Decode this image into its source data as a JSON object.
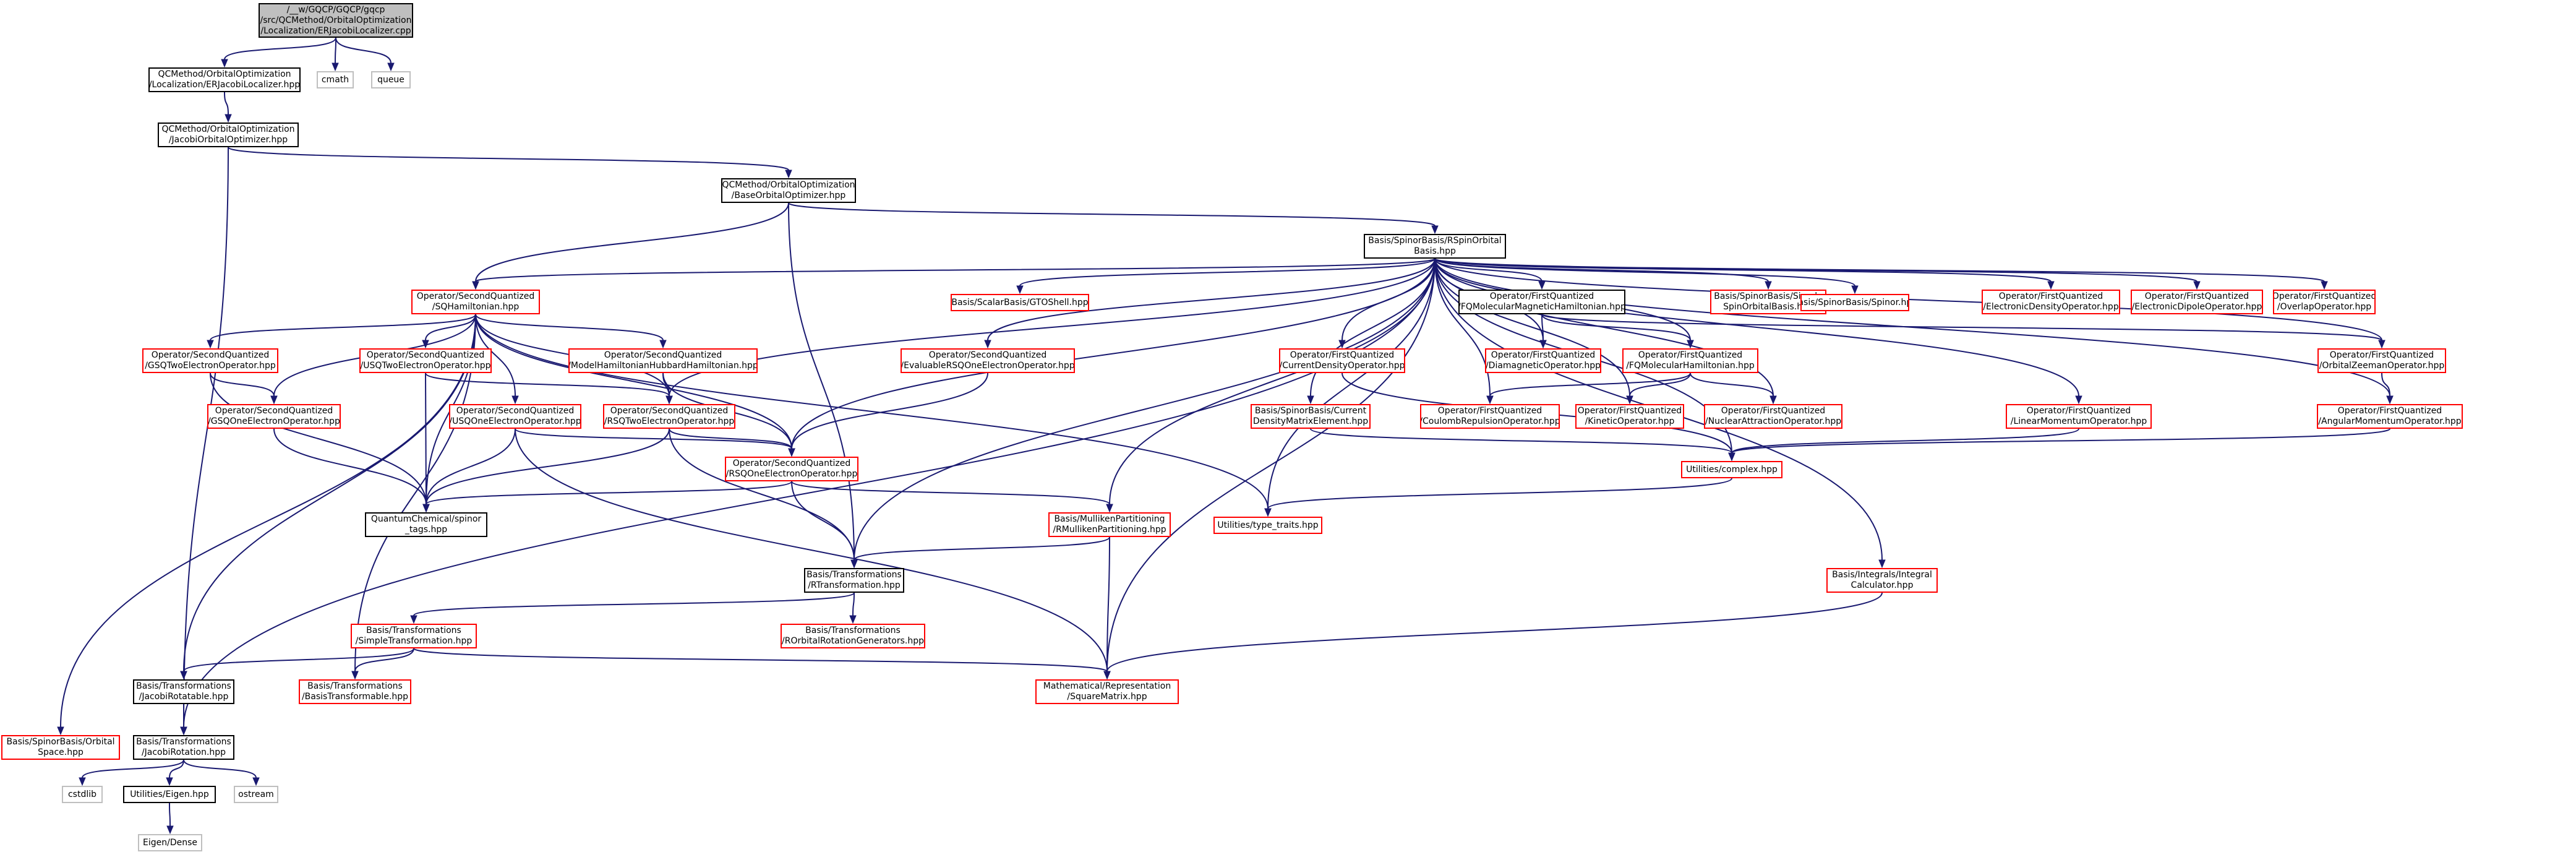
{
  "colors": {
    "edge": "#191970",
    "root_fill": "#bfbfbf",
    "linked_border": "#000000",
    "missing_border": "#ff0000",
    "system_border": "#bfbfbf"
  },
  "nodes": [
    {
      "id": "root",
      "kind": "root",
      "lines": [
        "/__w/GQCP/GQCP/gqcp",
        "/src/QCMethod/OrbitalOptimization",
        "/Localization/ERJacobiLocalizer.cpp"
      ]
    },
    {
      "id": "erjl",
      "kind": "black",
      "lines": [
        "QCMethod/OrbitalOptimization",
        "/Localization/ERJacobiLocalizer.hpp"
      ]
    },
    {
      "id": "cmath",
      "kind": "grey",
      "lines": [
        "cmath"
      ]
    },
    {
      "id": "queue",
      "kind": "grey",
      "lines": [
        "queue"
      ]
    },
    {
      "id": "joo",
      "kind": "black",
      "lines": [
        "QCMethod/OrbitalOptimization",
        "/JacobiOrbitalOptimizer.hpp"
      ]
    },
    {
      "id": "boo",
      "kind": "black",
      "lines": [
        "QCMethod/OrbitalOptimization",
        "/BaseOrbitalOptimizer.hpp"
      ]
    },
    {
      "id": "rsob",
      "kind": "black",
      "lines": [
        "Basis/SpinorBasis/RSpinOrbital",
        "Basis.hpp"
      ]
    },
    {
      "id": "sqham",
      "kind": "red",
      "lines": [
        "Operator/SecondQuantized",
        "/SQHamiltonian.hpp"
      ]
    },
    {
      "id": "gto",
      "kind": "red",
      "lines": [
        "Basis/ScalarBasis/GTOShell.hpp"
      ]
    },
    {
      "id": "evalop",
      "kind": "red",
      "lines": [
        "Operator/SecondQuantized",
        "/EvaluableRSQOneElectronOperator.hpp"
      ]
    },
    {
      "id": "fqmagn",
      "kind": "black",
      "lines": [
        "Operator/FirstQuantized",
        "/FQMolecularMagneticHamiltonian.hpp"
      ]
    },
    {
      "id": "simplespin",
      "kind": "red",
      "lines": [
        "Basis/SpinorBasis/Simple",
        "SpinOrbitalBasis.hpp"
      ]
    },
    {
      "id": "spinor",
      "kind": "red",
      "lines": [
        "Basis/SpinorBasis/Spinor.hpp"
      ]
    },
    {
      "id": "edens",
      "kind": "red",
      "lines": [
        "Operator/FirstQuantized",
        "/ElectronicDensityOperator.hpp"
      ]
    },
    {
      "id": "edip",
      "kind": "red",
      "lines": [
        "Operator/FirstQuantized",
        "/ElectronicDipoleOperator.hpp"
      ]
    },
    {
      "id": "overlap",
      "kind": "red",
      "lines": [
        "Operator/FirstQuantized",
        "/OverlapOperator.hpp"
      ]
    },
    {
      "id": "gsq2",
      "kind": "red",
      "lines": [
        "Operator/SecondQuantized",
        "/GSQTwoElectronOperator.hpp"
      ]
    },
    {
      "id": "usq2",
      "kind": "red",
      "lines": [
        "Operator/SecondQuantized",
        "/USQTwoElectronOperator.hpp"
      ]
    },
    {
      "id": "modelham",
      "kind": "red",
      "lines": [
        "Operator/SecondQuantized",
        "/ModelHamiltonianHubbardHamiltonian.hpp"
      ]
    },
    {
      "id": "curdens",
      "kind": "red",
      "lines": [
        "Operator/FirstQuantized",
        "/CurrentDensityOperator.hpp"
      ]
    },
    {
      "id": "diamag",
      "kind": "red",
      "lines": [
        "Operator/FirstQuantized",
        "/DiamagneticOperator.hpp"
      ]
    },
    {
      "id": "fqmol",
      "kind": "red",
      "lines": [
        "Operator/FirstQuantized",
        "/FQMolecularHamiltonian.hpp"
      ]
    },
    {
      "id": "orbzee",
      "kind": "red",
      "lines": [
        "Operator/FirstQuantized",
        "/OrbitalZeemanOperator.hpp"
      ]
    },
    {
      "id": "gsq1",
      "kind": "red",
      "lines": [
        "Operator/SecondQuantized",
        "/GSQOneElectronOperator.hpp"
      ]
    },
    {
      "id": "usq1",
      "kind": "red",
      "lines": [
        "Operator/SecondQuantized",
        "/USQOneElectronOperator.hpp"
      ]
    },
    {
      "id": "rsq2",
      "kind": "red",
      "lines": [
        "Operator/SecondQuantized",
        "/RSQTwoElectronOperator.hpp"
      ]
    },
    {
      "id": "curdensme",
      "kind": "red",
      "lines": [
        "Basis/SpinorBasis/Current",
        "DensityMatrixElement.hpp"
      ]
    },
    {
      "id": "coulomb",
      "kind": "red",
      "lines": [
        "Operator/FirstQuantized",
        "/CoulombRepulsionOperator.hpp"
      ]
    },
    {
      "id": "kinetic",
      "kind": "red",
      "lines": [
        "Operator/FirstQuantized",
        "/KineticOperator.hpp"
      ]
    },
    {
      "id": "nucattr",
      "kind": "red",
      "lines": [
        "Operator/FirstQuantized",
        "/NuclearAttractionOperator.hpp"
      ]
    },
    {
      "id": "linmom",
      "kind": "red",
      "lines": [
        "Operator/FirstQuantized",
        "/LinearMomentumOperator.hpp"
      ]
    },
    {
      "id": "angmom",
      "kind": "red",
      "lines": [
        "Operator/FirstQuantized",
        "/AngularMomentumOperator.hpp"
      ]
    },
    {
      "id": "rsq1",
      "kind": "red",
      "lines": [
        "Operator/SecondQuantized",
        "/RSQOneElectronOperator.hpp"
      ]
    },
    {
      "id": "complex",
      "kind": "red",
      "lines": [
        "Utilities/complex.hpp"
      ]
    },
    {
      "id": "spinortags",
      "kind": "black",
      "lines": [
        "QuantumChemical/spinor",
        "_tags.hpp"
      ]
    },
    {
      "id": "mulliken",
      "kind": "red",
      "lines": [
        "Basis/MullikenPartitioning",
        "/RMullikenPartitioning.hpp"
      ]
    },
    {
      "id": "typetraits",
      "kind": "red",
      "lines": [
        "Utilities/type_traits.hpp"
      ]
    },
    {
      "id": "rtrans",
      "kind": "black",
      "lines": [
        "Basis/Transformations",
        "/RTransformation.hpp"
      ]
    },
    {
      "id": "intcalc",
      "kind": "red",
      "lines": [
        "Basis/Integrals/Integral",
        "Calculator.hpp"
      ]
    },
    {
      "id": "simpletrans",
      "kind": "red",
      "lines": [
        "Basis/Transformations",
        "/SimpleTransformation.hpp"
      ]
    },
    {
      "id": "rorbrot",
      "kind": "red",
      "lines": [
        "Basis/Transformations",
        "/ROrbitalRotationGenerators.hpp"
      ]
    },
    {
      "id": "jacrotatable",
      "kind": "black",
      "lines": [
        "Basis/Transformations",
        "/JacobiRotatable.hpp"
      ]
    },
    {
      "id": "basistransformable",
      "kind": "red",
      "lines": [
        "Basis/Transformations",
        "/BasisTransformable.hpp"
      ]
    },
    {
      "id": "squarematrix",
      "kind": "red",
      "lines": [
        "Mathematical/Representation",
        "/SquareMatrix.hpp"
      ]
    },
    {
      "id": "orbspace",
      "kind": "red",
      "lines": [
        "Basis/SpinorBasis/Orbital",
        "Space.hpp"
      ]
    },
    {
      "id": "jacrot",
      "kind": "black",
      "lines": [
        "Basis/Transformations",
        "/JacobiRotation.hpp"
      ]
    },
    {
      "id": "cstdlib",
      "kind": "grey",
      "lines": [
        "cstdlib"
      ]
    },
    {
      "id": "eigenutil",
      "kind": "black",
      "lines": [
        "Utilities/Eigen.hpp"
      ]
    },
    {
      "id": "ostream",
      "kind": "grey",
      "lines": [
        "ostream"
      ]
    },
    {
      "id": "eigendense",
      "kind": "grey",
      "lines": [
        "Eigen/Dense"
      ]
    }
  ]
}
